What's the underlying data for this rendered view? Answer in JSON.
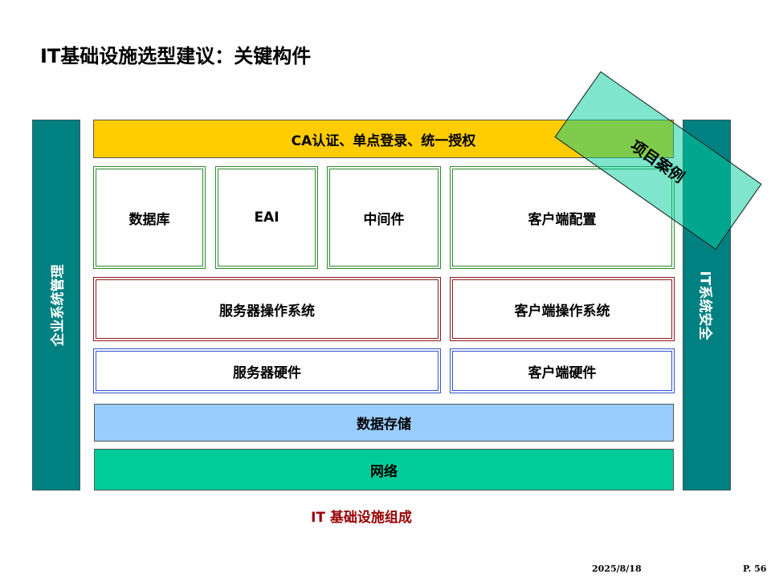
{
  "title": "IT基础设施选型建议：关键构件",
  "side_left": "企业系统管理",
  "side_right": "IT系统安全",
  "ca": "CA认证、单点登录、统一授权",
  "components": {
    "database": "数据库",
    "eai": "EAI",
    "middleware": "中间件",
    "client_config": "客户端配置"
  },
  "os": {
    "server": "服务器操作系统",
    "client": "客户端操作系统"
  },
  "hardware": {
    "server": "服务器硬件",
    "client": "客户端硬件"
  },
  "storage": "数据存储",
  "network": "网络",
  "stamp": "项目案例",
  "caption": "IT 基础设施组成",
  "footer": {
    "date": "2025/8/18",
    "page": "P. 56"
  },
  "colors": {
    "ca": "#ffcc00",
    "storage": "#99ccff",
    "network": "#00cc99",
    "side": "#008080",
    "caption": "#990000"
  }
}
